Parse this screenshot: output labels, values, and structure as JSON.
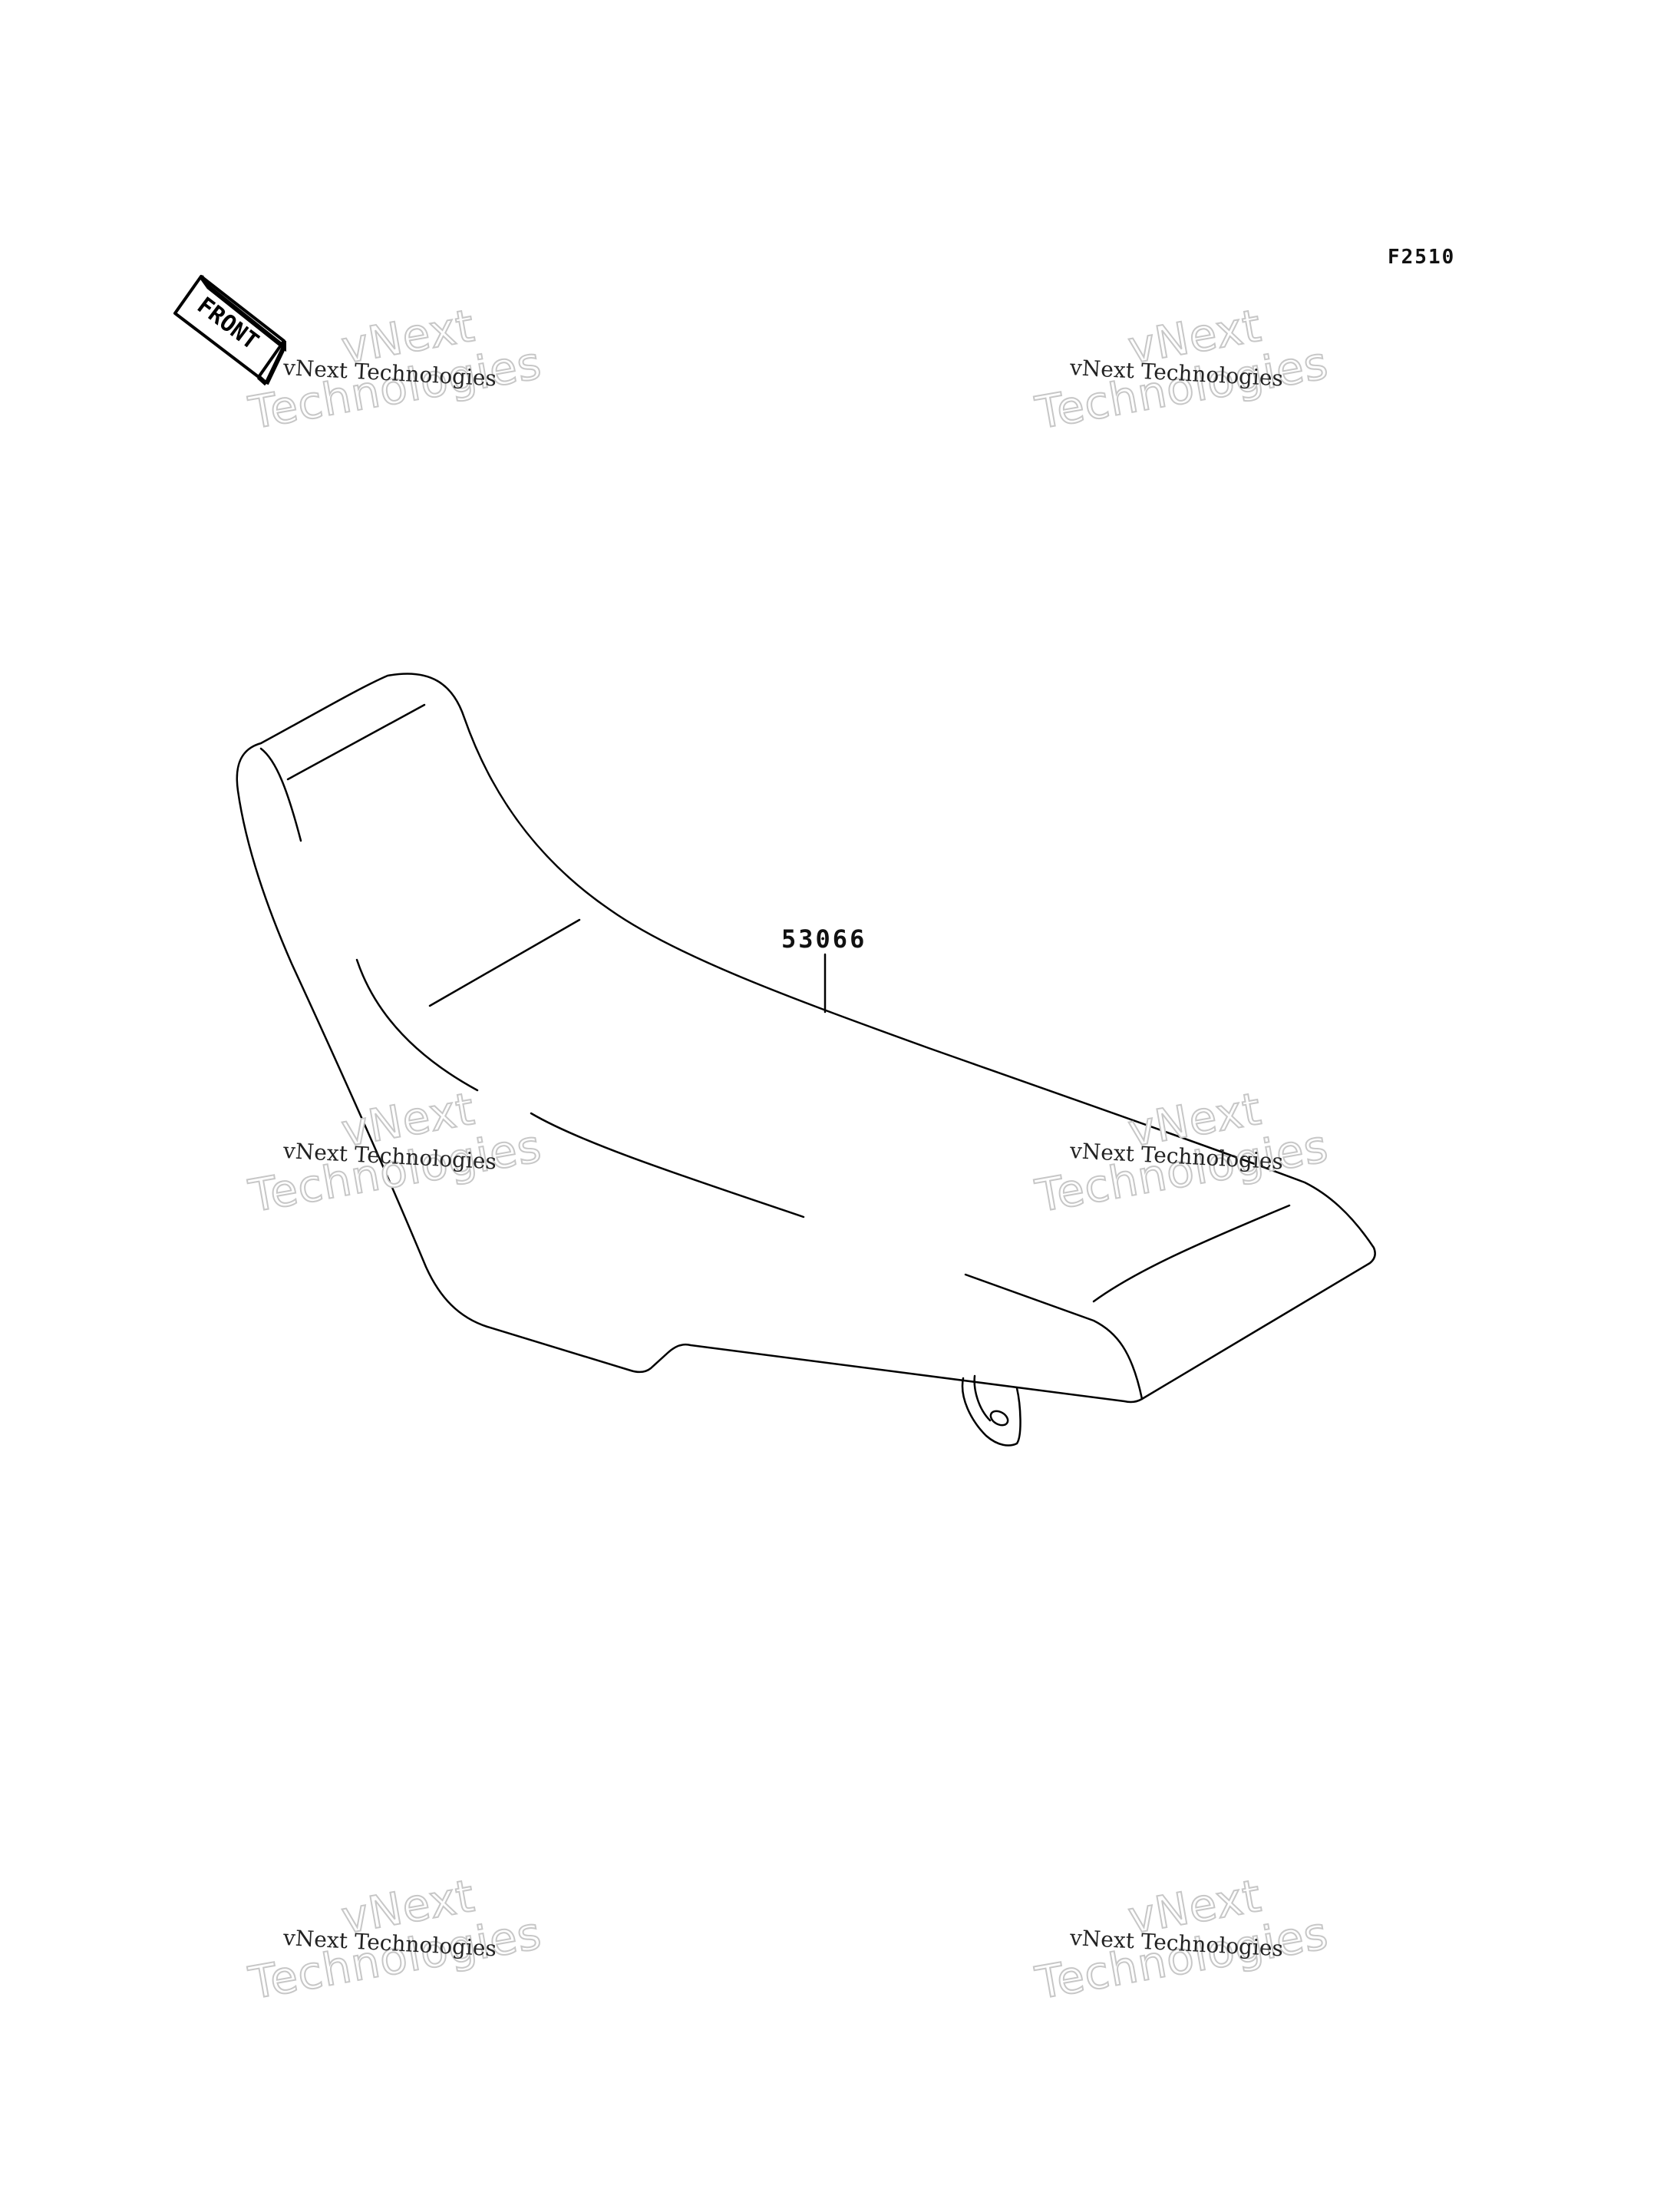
{
  "figure_code": "F2510",
  "front_arrow_label": "FRONT",
  "part_number": "53066",
  "watermark": {
    "line1": "vNext",
    "line2": "Technologies",
    "caption": "vNext Technologies"
  }
}
